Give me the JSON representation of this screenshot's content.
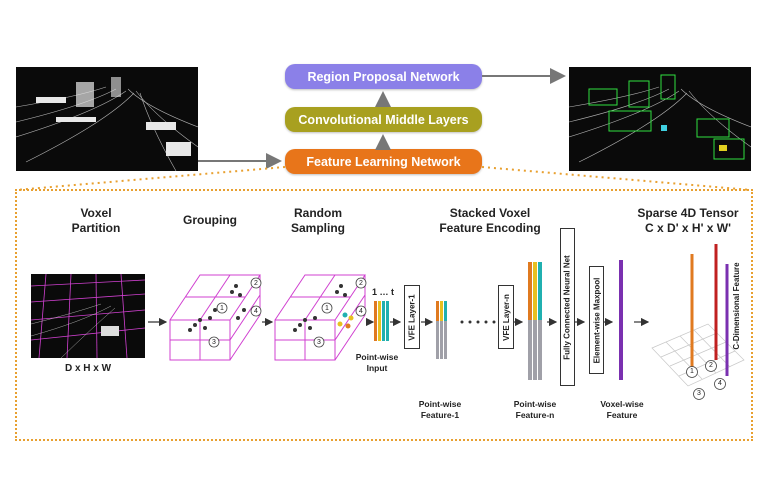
{
  "top": {
    "rpn_label": "Region Proposal Network",
    "cml_label": "Convolutional Middle Layers",
    "fln_label": "Feature Learning Network"
  },
  "stages": {
    "voxel_partition": "Voxel\nPartition",
    "grouping": "Grouping",
    "random_sampling": "Random\nSampling",
    "stacked_vfe": "Stacked Voxel\nFeature Encoding",
    "sparse_tensor": "Sparse 4D Tensor\nC x D' x H' x W'"
  },
  "labels": {
    "dhw": "D x H x W",
    "one_to_t": "1 … t",
    "pointwise_input": "Point-wise\nInput",
    "vfe_layer_1": "VFE Layer-1",
    "vfe_layer_n": "VFE Layer-n",
    "fc_net": "Fully Connected Neural Net",
    "maxpool": "Element-wise Maxpool",
    "pointwise_feature_1": "Point-wise\nFeature-1",
    "pointwise_feature_n": "Point-wise\nFeature-n",
    "voxelwise_feature": "Voxel-wise\nFeature",
    "c_dim_feature": "C-Dimensional Feature"
  },
  "voxel_numbers": [
    "1",
    "2",
    "3",
    "4"
  ],
  "colors": {
    "rpn": "#8b80e8",
    "cml": "#a8a020",
    "fln": "#e8751a",
    "dotted_border": "#e8a030",
    "grid_magenta": "#d040d0",
    "feat_orange": "#e07a20",
    "feat_yellow": "#e8c020",
    "feat_teal": "#20b0b0",
    "feat_gray": "#a0a0a8",
    "voxel_purple": "#7a30b0",
    "tensor_red": "#c02020"
  }
}
